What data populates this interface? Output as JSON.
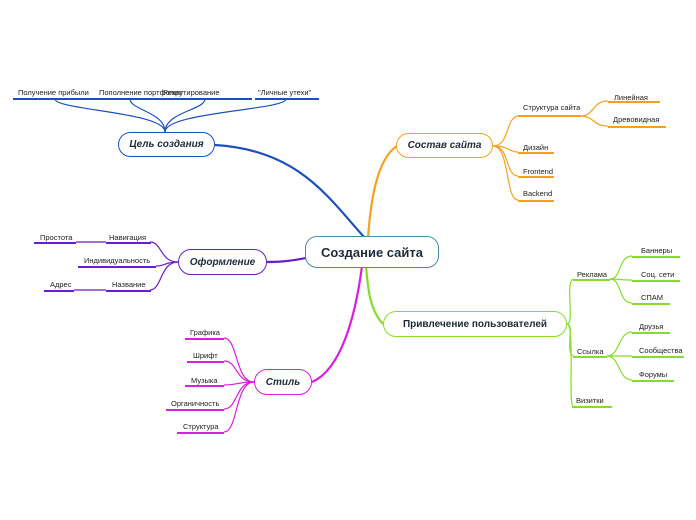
{
  "colors": {
    "blue": "#1e4fbd",
    "orange": "#f5a11f",
    "purple": "#6a1fc8",
    "magenta": "#d81ee0",
    "green": "#86dc2a",
    "root_border": "#4b8aa8"
  },
  "root": {
    "label": "Создание сайта"
  },
  "goal": {
    "label": "Цель создания",
    "items": [
      "Получение прибыли",
      "Пополнение портфолио",
      "Рекрутирование",
      "\"Личные утехи\""
    ]
  },
  "composition": {
    "label": "Состав сайта",
    "structure": {
      "label": "Структура сайта",
      "children": [
        "Линейная",
        "Древовидная"
      ]
    },
    "items": [
      "Дизайн",
      "Frontend",
      "Backend"
    ]
  },
  "design": {
    "label": "Оформление",
    "navigation": {
      "label": "Навигация",
      "child": "Простота"
    },
    "individuality": {
      "label": "Индивидуальность"
    },
    "name": {
      "label": "Название",
      "child": "Адрес"
    }
  },
  "users": {
    "label": "Привлечение пользователей",
    "ads": {
      "label": "Реклама",
      "children": [
        "Баннеры",
        "Соц. сети",
        "СПАМ"
      ]
    },
    "link": {
      "label": "Ссылка",
      "children": [
        "Друзья",
        "Сообщества",
        "Форумы"
      ]
    },
    "cards": {
      "label": "Визитки"
    }
  },
  "style": {
    "label": "Стиль",
    "items": [
      "Графика",
      "Шрифт",
      "Музыка",
      "Органичность",
      "Структура"
    ]
  }
}
